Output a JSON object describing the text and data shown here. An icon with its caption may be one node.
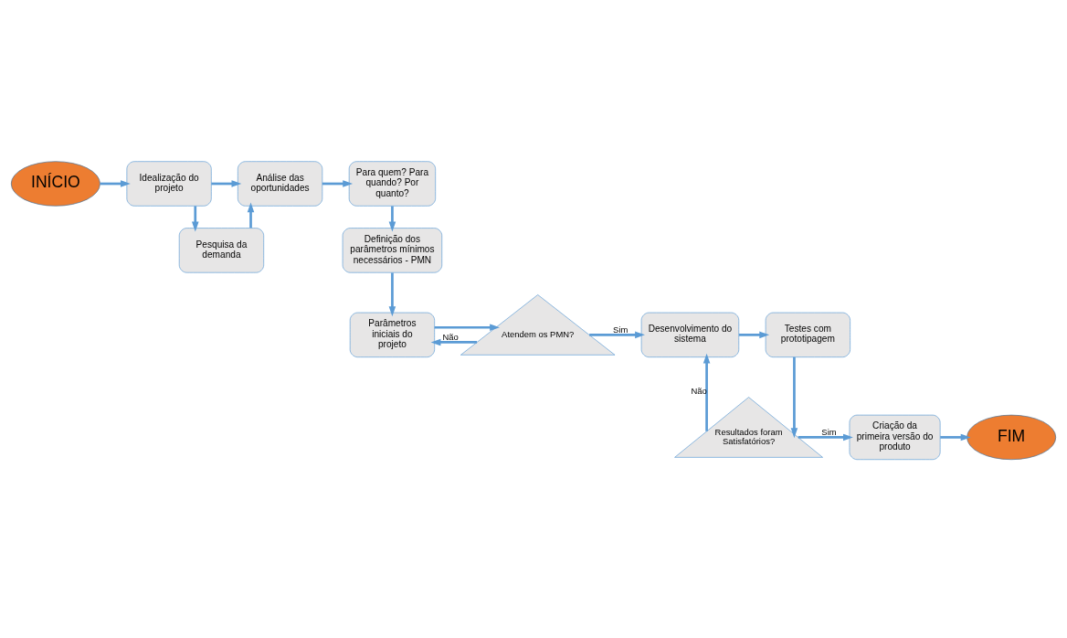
{
  "diagram": {
    "nodes": [
      {
        "text": [
          "INÍCIO"
        ]
      },
      {
        "text": [
          "Idealização do projeto"
        ]
      },
      {
        "text": [
          "Análise das oportunidades"
        ]
      },
      {
        "text": [
          "Para quem? Para quando? Por quanto?"
        ]
      },
      {
        "text": [
          "Pesquisa da demanda"
        ]
      },
      {
        "text": [
          "Definição dos parâmetros mínimos necessários - PMN"
        ]
      },
      {
        "text": [
          "Parâmetros iniciais do projeto"
        ]
      },
      {
        "text": [
          "Atendem os PMN?"
        ]
      },
      {
        "text": [
          "Desenvolvimento do sistema"
        ]
      },
      {
        "text": [
          "Testes com prototipagem"
        ]
      },
      {
        "text": [
          "Resultados foram Satisfatórios?"
        ]
      },
      {
        "text": [
          "Criação da primeira versão do produto"
        ]
      },
      {
        "text": [
          "FIM"
        ]
      }
    ],
    "edges": [
      {
        "from": 0,
        "to": 1,
        "arrow": "to"
      },
      {
        "from": 1,
        "to": 2,
        "arrow": "to"
      },
      {
        "from": 2,
        "to": 3,
        "arrow": "to"
      },
      {
        "from": 1,
        "to": 4,
        "arrow": "to"
      },
      {
        "from": 4,
        "to": 2,
        "arrow": "to"
      },
      {
        "from": 3,
        "to": 5,
        "arrow": "to"
      },
      {
        "from": 5,
        "to": 6,
        "arrow": "to"
      },
      {
        "from": 6,
        "to": 7,
        "arrow": "to"
      },
      {
        "from": 7,
        "to": 8,
        "arrow": "to",
        "label": "Sim"
      },
      {
        "from": 7,
        "to": 6,
        "arrow": "to",
        "label": "Não"
      },
      {
        "from": 8,
        "to": 9,
        "arrow": "to"
      },
      {
        "from": 9,
        "to": 10,
        "arrow": "to"
      },
      {
        "from": 10,
        "to": 8,
        "arrow": "to",
        "label": "Não"
      },
      {
        "from": 10,
        "to": 11,
        "arrow": "to",
        "label": "Sim"
      },
      {
        "from": 11,
        "to": 12,
        "arrow": "to"
      }
    ]
  }
}
